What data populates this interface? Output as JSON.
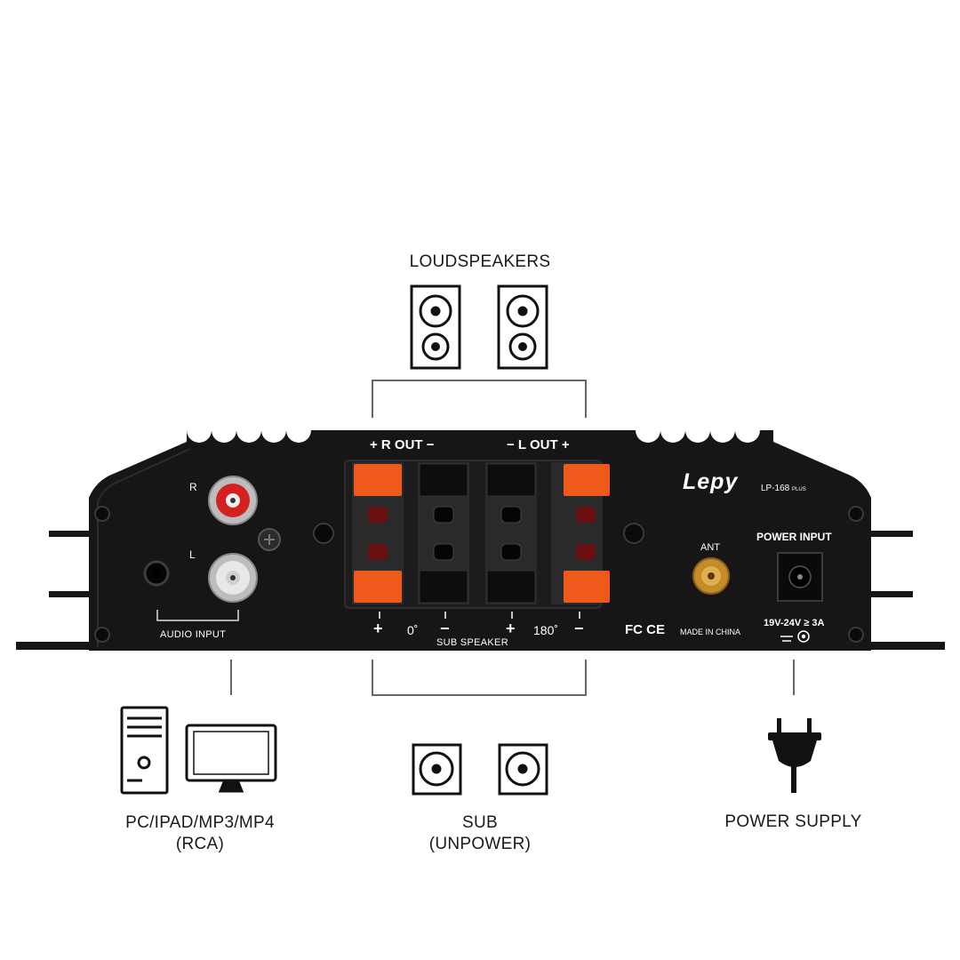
{
  "labels": {
    "loudspeakers": "LOUDSPEAKERS",
    "source_line1": "PC/IPAD/MP3/MP4",
    "source_line2": "(RCA)",
    "sub_line1": "SUB",
    "sub_line2": "(UNPOWER)",
    "power_supply": "POWER SUPPLY"
  },
  "amplifier": {
    "brand": "Lepy",
    "model": "LP-168",
    "model_suffix": "PLUS",
    "r_out": "+ R OUT −",
    "l_out": "− L OUT +",
    "input_r": "R",
    "input_l": "L",
    "audio_input": "AUDIO INPUT",
    "ant": "ANT",
    "power_input": "POWER INPUT",
    "voltage": "19V-24V ≥ 3A",
    "sub_speaker": "SUB SPEAKER",
    "phase_0": "0˚",
    "phase_180": "180˚",
    "plus": "+",
    "minus": "−",
    "cert": "FC CE",
    "made_in": "MADE IN CHINA"
  },
  "colors": {
    "body": "#161616",
    "terminal_orange": "#ef5a1c",
    "rca_red": "#d61f1f",
    "rca_white": "#e8e8e8",
    "antenna_gold": "#c58a2a"
  }
}
